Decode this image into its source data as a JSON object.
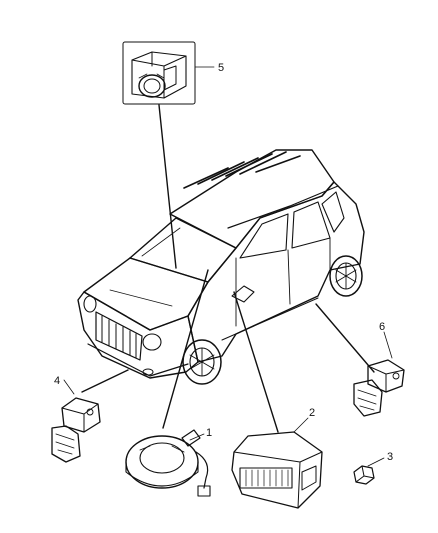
{
  "diagram": {
    "callouts": [
      {
        "id": "1",
        "label": "1"
      },
      {
        "id": "2",
        "label": "2"
      },
      {
        "id": "3",
        "label": "3"
      },
      {
        "id": "4",
        "label": "4"
      },
      {
        "id": "5",
        "label": "5"
      },
      {
        "id": "6",
        "label": "6"
      }
    ],
    "colors": {
      "ink": "#111111",
      "background": "#ffffff",
      "inset_fill": "#f2f2f2"
    }
  }
}
